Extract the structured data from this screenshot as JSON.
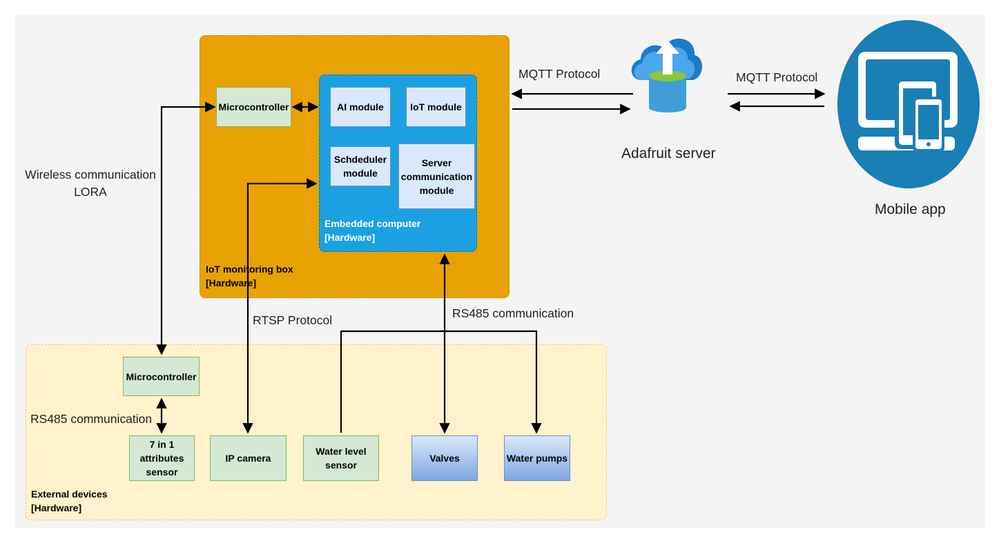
{
  "iot_box": {
    "caption": "IoT monitoring box\n[Hardware]",
    "color": "#e8a202"
  },
  "embedded": {
    "caption": "Embedded computer\n[Hardware]",
    "color": "#1ba1e2"
  },
  "external": {
    "caption": "External devices\n[Hardware]",
    "color": "#fff2cc"
  },
  "nodes": {
    "microcontroller_top": "Microcontroller",
    "ai_module": "AI module",
    "iot_module": "IoT module",
    "scheduler_module": "Schdeduler module",
    "server_comm_module": "Server communication module",
    "microcontroller_bottom": "Microcontroller",
    "seven_in_one": "7 in 1 attributes sensor",
    "ip_camera": "IP camera",
    "water_level": "Water level sensor",
    "valves": "Valves",
    "water_pumps": "Water pumps"
  },
  "labels": {
    "wireless": "Wireless communication\nLORA",
    "rs485_left": "RS485 communication",
    "rtsp": "RTSP Protocol",
    "rs485_right": "RS485 communication",
    "mqtt_left": "MQTT Protocol",
    "mqtt_right": "MQTT Protocol",
    "adafruit": "Adafruit server",
    "mobile": "Mobile app"
  },
  "icons": {
    "cloud_server": "cloud-database-upload-icon",
    "mobile_devices": "multi-device-icon"
  }
}
